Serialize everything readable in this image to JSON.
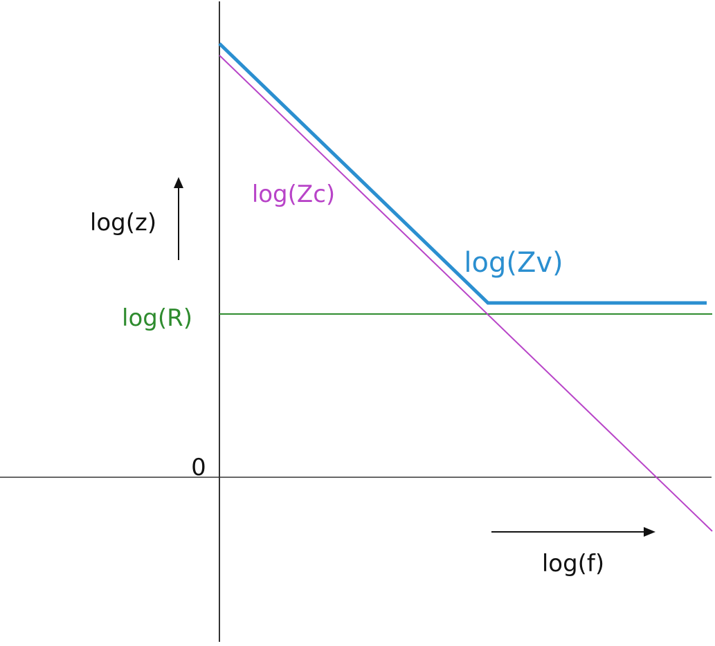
{
  "chart_data": {
    "type": "line",
    "title": "",
    "xlabel": "log(f)",
    "ylabel": "log(z)",
    "origin_label": "0",
    "xlim": [
      0,
      712
    ],
    "ylim": [
      -247,
      627
    ],
    "series": [
      {
        "name": "log(Zc)",
        "color": "#b844c8",
        "x": [
          0,
          712
        ],
        "y": [
          610,
          -78
        ]
      },
      {
        "name": "log(Zv)",
        "color": "#2b8fd0",
        "x": [
          0,
          388,
          704
        ],
        "y": [
          627,
          252,
          252
        ]
      },
      {
        "name": "log(R)",
        "color": "#2e8b2e",
        "x": [
          0,
          712
        ],
        "y": [
          236,
          236
        ]
      }
    ],
    "axis_color": "#333333",
    "arrow_color": "#111111"
  }
}
